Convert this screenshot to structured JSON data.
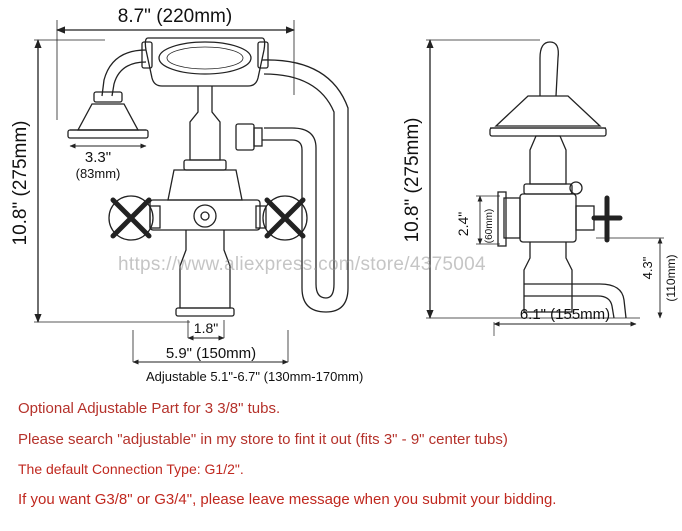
{
  "dimensions": {
    "handshower_width": "8.7\" (220mm)",
    "height_left": "10.8\" (275mm)",
    "height_right": "10.8\" (275mm)",
    "head_diameter_in": "3.3\"",
    "head_diameter_mm": "(83mm)",
    "leg_gap": "1.8\"",
    "center_width": "5.9\" (150mm)",
    "adjustable_range": "Adjustable 5.1\"-6.7\" (130mm-170mm)",
    "side_inlet_in": "2.4\"",
    "side_inlet_mm": "(60mm)",
    "spout_drop_in": "4.3\"",
    "spout_drop_mm": "(110mm)",
    "spout_reach": "6.1\" (155mm)"
  },
  "watermark": "https://www.aliexpress.com/store/4375004",
  "notes": {
    "optional_part": "Optional Adjustable Part for 3 3/8\" tubs.",
    "search_hint": "Please search \"adjustable\" in my store to fint it out (fits 3\" - 9\" center tubs)",
    "default_connection": "The default Connection Type: G1/2\".",
    "other_connection": "If you want G3/8\" or G3/4\", please leave message when you submit your bidding."
  },
  "colors": {
    "line": "#222222",
    "note_text": "#b5322b",
    "watermark": "#969696"
  }
}
